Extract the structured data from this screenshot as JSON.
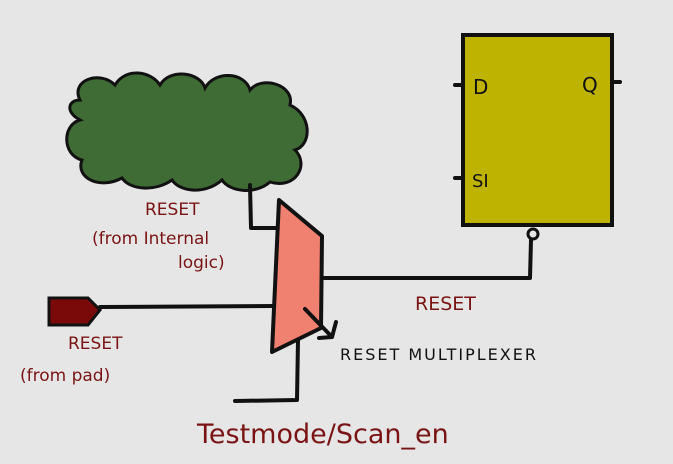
{
  "flipflop": {
    "d_pin": "D",
    "q_pin": "Q",
    "si_pin": "SI"
  },
  "labels": {
    "internal_reset_line1": "RESET",
    "internal_reset_line2": "(from Internal",
    "internal_reset_line3": "logic)",
    "pad_reset_line1": "RESET",
    "pad_reset_line2": "(from pad)",
    "output_reset": "RESET",
    "mux_label": "RESET MULTIPLEXER",
    "select_label": "Testmode/Scan_en"
  },
  "colors": {
    "background": "#e6e6e6",
    "cloud": "#3f6b35",
    "flipflop": "#bdb300",
    "mux": "#f08070",
    "pad": "#7a0a0a",
    "label_text": "#7a1414"
  }
}
